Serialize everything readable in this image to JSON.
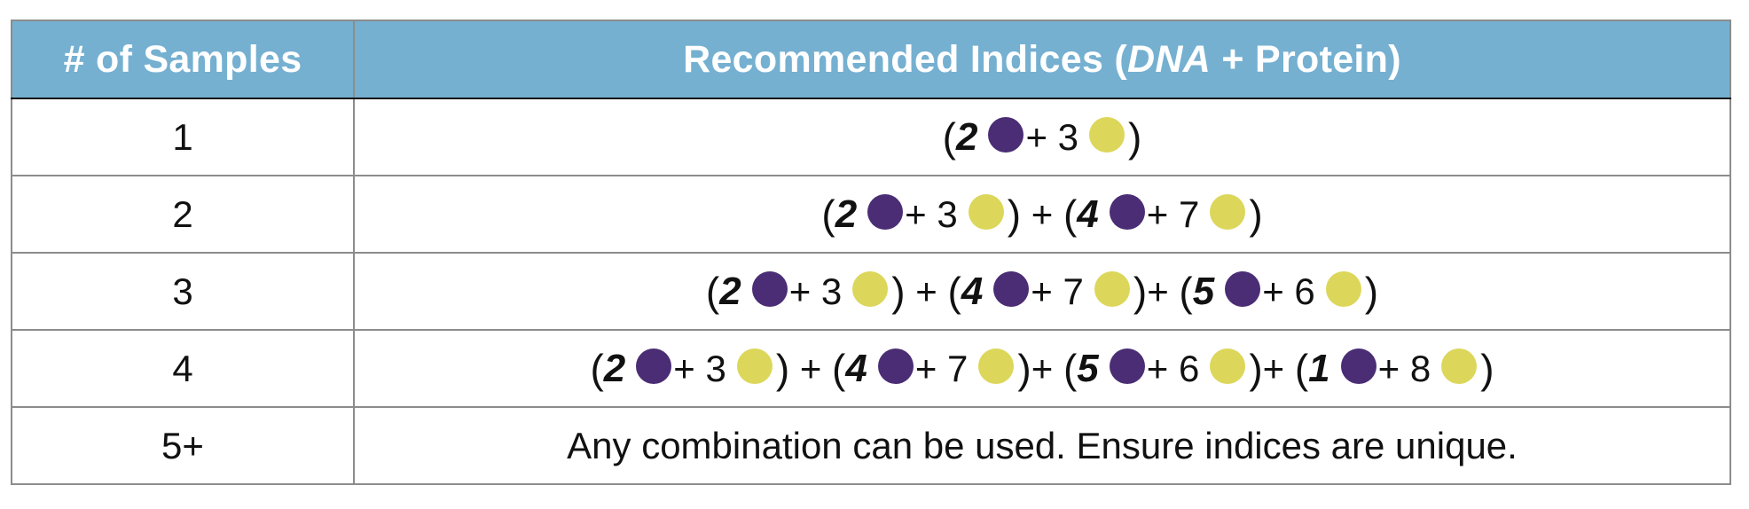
{
  "colors": {
    "header_bg": "#75b0d1",
    "header_text": "#ffffff",
    "border": "#8c8c8c",
    "dna_dot": "#4a2d74",
    "protein_dot": "#dcd75a"
  },
  "header": {
    "samples_label": "# of Samples",
    "indices_prefix": "Recommended Indices (",
    "indices_italic": "DNA",
    "indices_suffix": " + Protein)"
  },
  "legend": {
    "dna_icon": "purple-circle-icon",
    "protein_icon": "yellow-circle-icon"
  },
  "rows": [
    {
      "samples": "1",
      "groups": [
        {
          "dna": "2",
          "protein": "3"
        }
      ],
      "separators": []
    },
    {
      "samples": "2",
      "groups": [
        {
          "dna": "2",
          "protein": "3"
        },
        {
          "dna": "4",
          "protein": "7"
        }
      ],
      "separators": [
        " + "
      ]
    },
    {
      "samples": "3",
      "groups": [
        {
          "dna": "2",
          "protein": "3"
        },
        {
          "dna": "4",
          "protein": "7"
        },
        {
          "dna": "5",
          "protein": "6"
        }
      ],
      "separators": [
        " + ",
        "+ "
      ]
    },
    {
      "samples": "4",
      "groups": [
        {
          "dna": "2",
          "protein": "3"
        },
        {
          "dna": "4",
          "protein": "7"
        },
        {
          "dna": "5",
          "protein": "6"
        },
        {
          "dna": "1",
          "protein": "8"
        }
      ],
      "separators": [
        " + ",
        "+ ",
        "+ "
      ]
    },
    {
      "samples": "5+",
      "text": "Any combination can be used. Ensure indices are unique."
    }
  ],
  "symbols": {
    "open_paren": "(",
    "close_paren": ")",
    "inner_plus": "+ "
  }
}
